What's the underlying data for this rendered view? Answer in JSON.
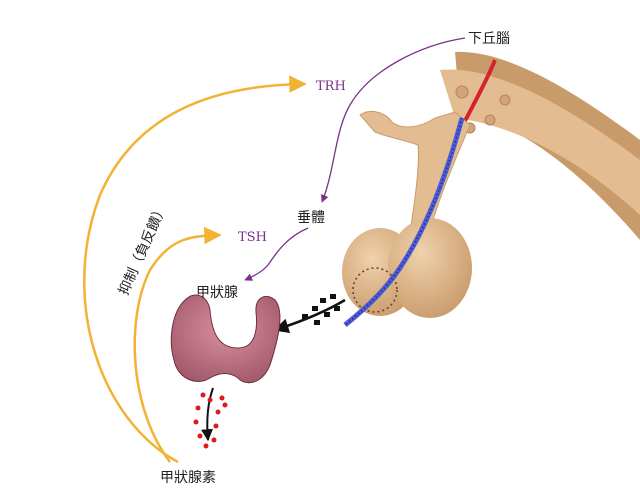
{
  "labels": {
    "hypothalamus": "下丘腦",
    "pituitary": "垂體",
    "thyroid": "甲狀腺",
    "thyroid_hormone": "甲狀腺素",
    "trh": "TRH",
    "tsh": "TSH",
    "feedback": "抑制（負反饋）"
  },
  "colors": {
    "feedback_arrow": "#f2b233",
    "signal_arrow": "#7b2f8c",
    "tissue": "#e3bd91",
    "tissue_shadow": "#c99b6b",
    "thyroid": "#c47a8b",
    "blood_dots": "#e01818",
    "vessel_red": "#d4232f",
    "vessel_blue": "#4a5bd6"
  }
}
